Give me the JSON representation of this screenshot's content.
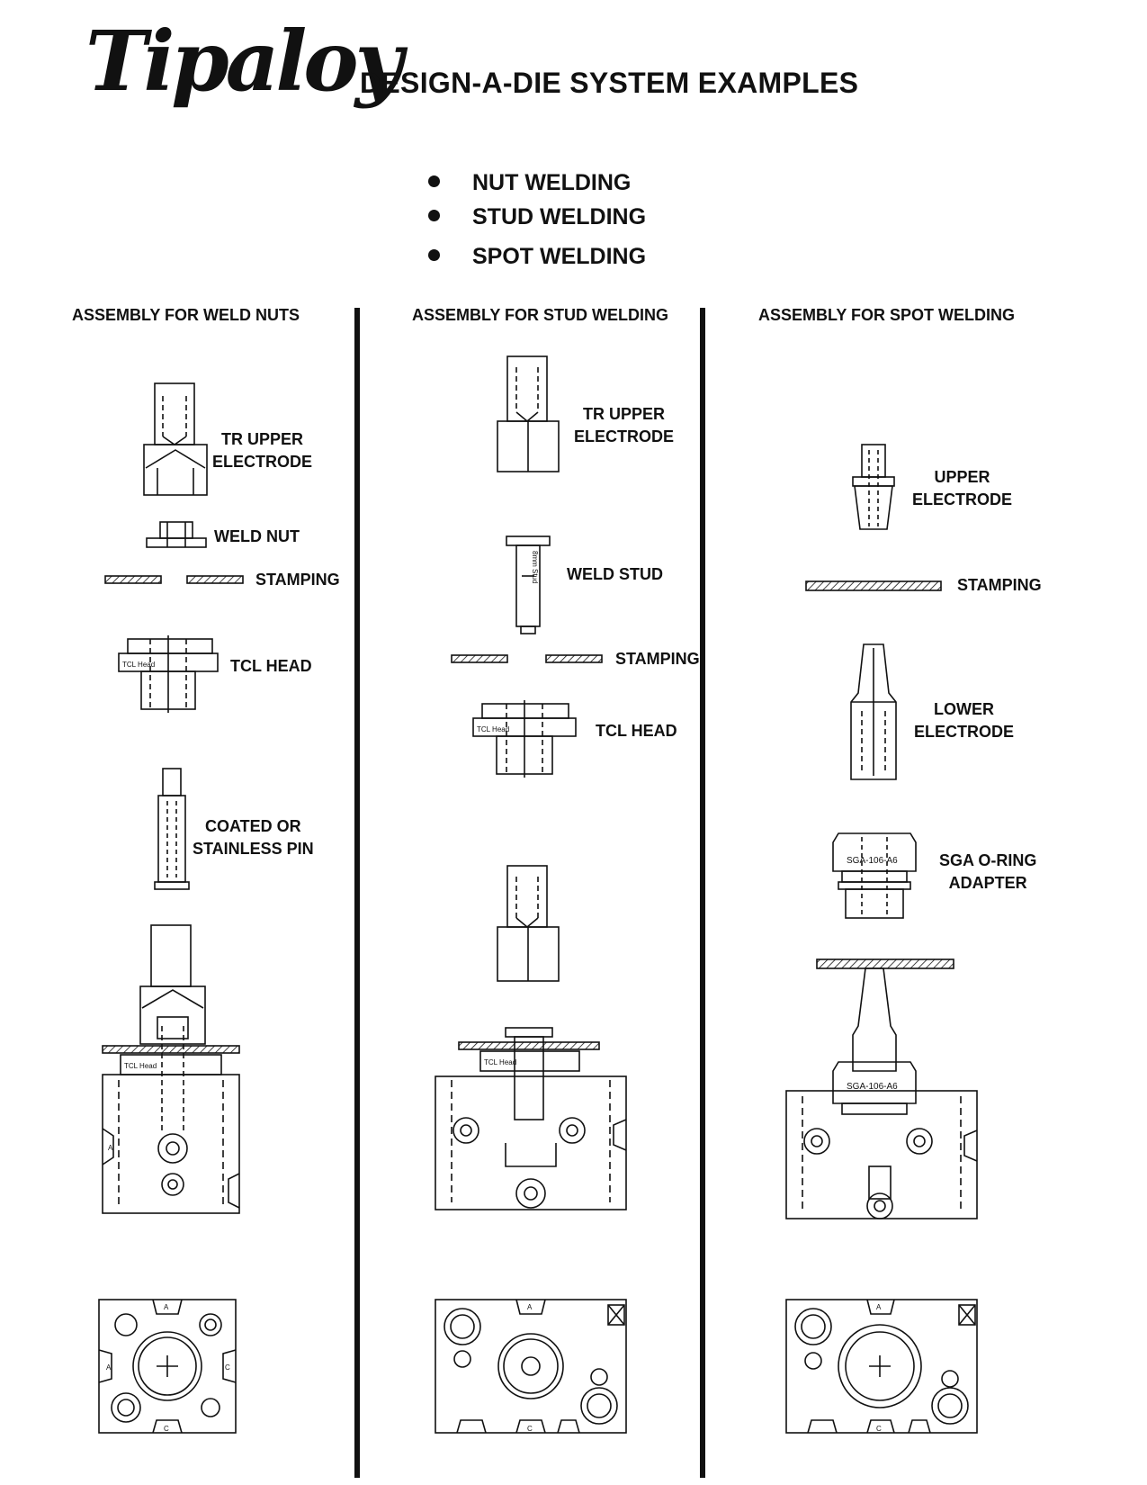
{
  "header": {
    "logo_text": "Tipaloy",
    "title": "DESIGN-A-DIE SYSTEM EXAMPLES"
  },
  "bullets": [
    "NUT WELDING",
    "STUD WELDING",
    "SPOT WELDING"
  ],
  "columns": [
    {
      "heading": "ASSEMBLY FOR WELD NUTS",
      "labels": {
        "upper_electrode": "TR UPPER\nELECTRODE",
        "weld_nut": "WELD NUT",
        "stamping": "STAMPING",
        "tcl_head": "TCL HEAD",
        "pin": "COATED OR\nSTAINLESS PIN"
      },
      "drawing_text": {
        "tcl_head_tag": "TCL Head",
        "port_a": "A",
        "port_c": "C"
      }
    },
    {
      "heading": "ASSEMBLY FOR STUD WELDING",
      "labels": {
        "upper_electrode": "TR UPPER\nELECTRODE",
        "weld_stud": "WELD STUD",
        "stamping": "STAMPING",
        "tcl_head": "TCL HEAD"
      },
      "drawing_text": {
        "tcl_head_tag": "TCL Head",
        "stud_tag": "8mm Stud",
        "port_a": "A",
        "port_c": "C"
      }
    },
    {
      "heading": "ASSEMBLY FOR SPOT WELDING",
      "labels": {
        "upper_electrode": "UPPER\nELECTRODE",
        "stamping": "STAMPING",
        "lower_electrode": "LOWER\nELECTRODE",
        "adapter": "SGA O-RING\nADAPTER"
      },
      "drawing_text": {
        "adapter_tag": "SGA-106-A6",
        "port_a": "A",
        "port_c": "C"
      }
    }
  ]
}
